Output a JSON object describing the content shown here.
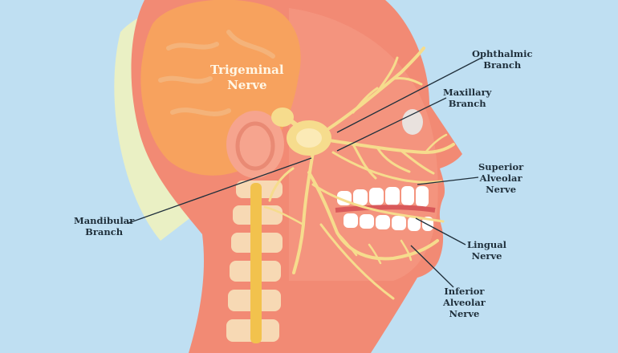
{
  "labels": {
    "trigeminal": [
      "Trigeminal",
      "Nerve"
    ],
    "ophthalmic": [
      "Ophthalmic",
      "Branch"
    ],
    "maxillary": [
      "Maxillary",
      "Branch"
    ],
    "superior_alveolar": [
      "Superior",
      "Alveolar",
      "Nerve"
    ],
    "mandibular": [
      "Mandibular",
      "Branch"
    ],
    "lingual": [
      "Lingual",
      "Nerve"
    ],
    "inferior_alveolar": [
      "Inferior",
      "Alveolar",
      "Nerve"
    ]
  },
  "colors": {
    "background": "#bfdff2",
    "skin": "#f28a74",
    "brain": "#f7a25e",
    "nerve": "#f6dc8d",
    "spine": "#f7d9b4",
    "teeth": "#ffffff",
    "label_text": "#1f2f3b"
  }
}
